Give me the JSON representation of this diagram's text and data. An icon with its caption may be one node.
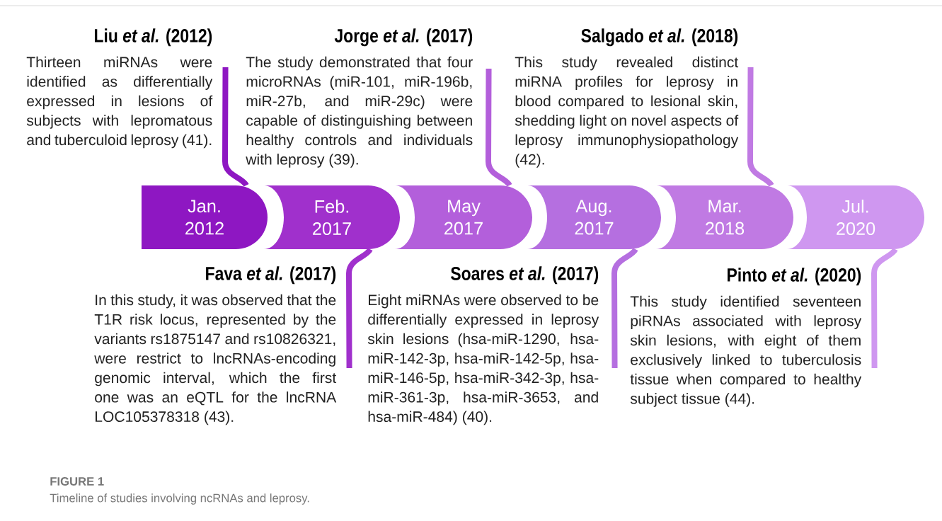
{
  "diagram": {
    "caption": "Timeline of studies involving ncRNAs and leprosy.",
    "nodes": [
      {
        "text": [
          "Jan. 2012"
        ]
      },
      {
        "text": [
          "Feb. 2017"
        ]
      },
      {
        "text": [
          "May 2017"
        ]
      },
      {
        "text": [
          "Aug. 2017"
        ]
      },
      {
        "text": [
          "Mar. 2018"
        ]
      },
      {
        "text": [
          "Jul. 2020"
        ]
      },
      {
        "text": [
          "Liu *et al.* (2012)",
          "Thirteen miRNAs were identified as differentially expressed in lesions of subjects with lepromatous and tuberculoid leprosy (41)."
        ]
      },
      {
        "text": [
          "Fava *et al.* (2017)",
          "In this study, it was observed that the T1R risk locus, represented by the variants rs1875147 and rs10826321, were restrict to lncRNAs-encoding genomic interval, which the first one was an eQTL for the lncRNA LOC105378318 (43)."
        ]
      },
      {
        "text": [
          "Jorge *et al.* (2017)",
          "The study demonstrated that four microRNAs (miR-101, miR-196b, miR-27b, and miR-29c) were capable of distinguishing between healthy controls and individuals with leprosy (39)."
        ]
      },
      {
        "text": [
          "Soares *et al.* (2017)",
          "Eight miRNAs were observed to be differentially expressed in leprosy skin lesions (hsa-miR-1290, hsa-miR-142-3p, hsa-miR-142-5p, hsa-miR-146-5p, hsa-miR-342-3p, hsa-miR-361-3p, hsa-miR-3653, and hsa-miR-484) (40)."
        ]
      },
      {
        "text": [
          "Salgado *et al.* (2018)",
          "This study revealed distinct miRNA profiles for leprosy in blood compared to lesional skin, shedding light on novel aspects of leprosy immunophysiopathology (42)."
        ]
      },
      {
        "text": [
          "Pinto *et al.* (2020)",
          "This study identified seventeen piRNAs associated with leprosy skin lesions, with eight of them exclusively linked to tuberculosis tissue when compared to healthy subject tissue (44)."
        ]
      }
    ],
    "edges": [
      {
        "from": 0,
        "to": 6,
        "arrow": "none",
        "color": "#8e17c2"
      },
      {
        "from": 1,
        "to": 7,
        "arrow": "none",
        "color": "#a030cc"
      },
      {
        "from": 2,
        "to": 8,
        "arrow": "none",
        "color": "#b35fdb"
      },
      {
        "from": 3,
        "to": 9,
        "arrow": "none",
        "color": "#b56fe0"
      },
      {
        "from": 4,
        "to": 10,
        "arrow": "none",
        "color": "#c07ae3"
      },
      {
        "from": 5,
        "to": 11,
        "arrow": "none",
        "color": "#cf97f0"
      }
    ],
    "labels": [
      "FIGURE 1"
    ]
  }
}
